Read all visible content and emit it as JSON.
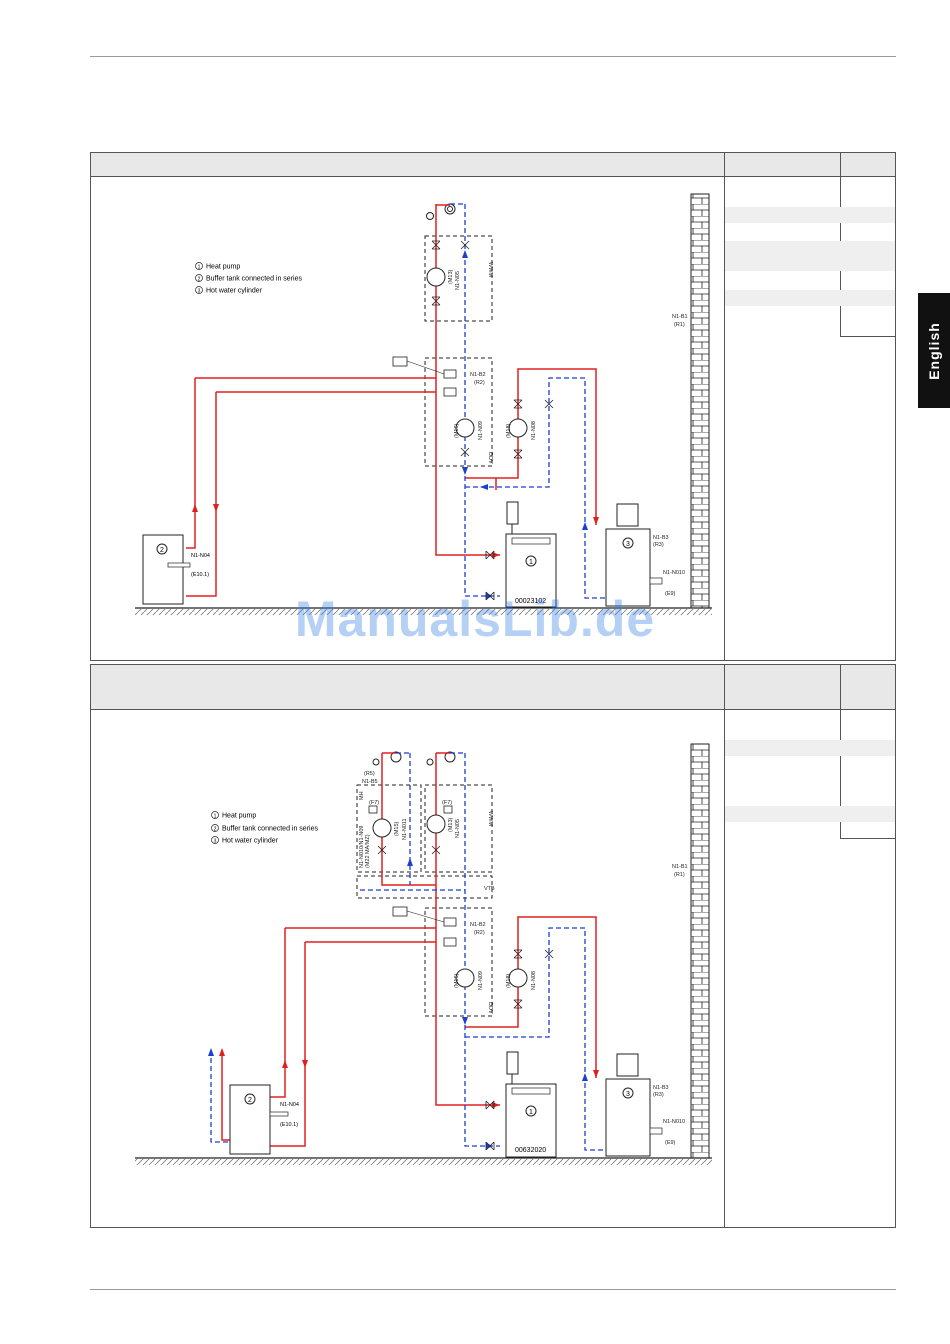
{
  "side_tab": {
    "language": "English"
  },
  "diagram1": {
    "legend": [
      "Heat pump",
      "Buffer tank connected in series",
      "Hot water cylinder"
    ],
    "legend_numbers": [
      "1",
      "2",
      "3"
    ],
    "labels": {
      "n1b1": "N1-B1",
      "r1": "(R1)",
      "n1n05": "N1-N05",
      "m13": "(M13)",
      "wwm": "WWM",
      "n1b2": "N1-B2",
      "r2": "(R2)",
      "n1n09": "N1-N09",
      "m16": "(M16)",
      "ddv": "DDV",
      "n1n08": "N1-N08",
      "m18": "(M18)",
      "n1n04": "N1-N04",
      "e101": "(E10.1)",
      "n1b3": "N1-B3",
      "r3": "(R3)",
      "n1n010": "N1-N010",
      "e9": "(E9)",
      "code": "00023102"
    }
  },
  "diagram2": {
    "legend": [
      "Heat pump",
      "Buffer tank connected in series",
      "Hot water cylinder"
    ],
    "legend_numbers": [
      "1",
      "2",
      "3"
    ],
    "labels": {
      "n1b1": "N1-B1",
      "r1": "(R1)",
      "r5": "(R5)",
      "n1b5": "N1-B5",
      "f7a": "(F7)",
      "f7b": "(F7)",
      "m15": "(M15)",
      "n1n011": "N1-N011",
      "m22": "(M22 MA/MZ)",
      "n1n010mz": "N1-N010/N1-N09",
      "mh": "MH",
      "m13": "(M13)",
      "n1n05": "N1-N05",
      "wwm": "WWM",
      "vtb": "VTB",
      "n1b2": "N1-B2",
      "r2": "(R2)",
      "n1n09": "N1-N09",
      "m16": "(M16)",
      "ddv": "DDV",
      "n1n08": "N1-N08",
      "m18": "(M18)",
      "n1n04": "N1-N04",
      "e101": "(E10.1)",
      "n1b3": "N1-B3",
      "r3": "(R3)",
      "n1n010": "N1-N010",
      "e9": "(E9)",
      "code": "00632020"
    }
  },
  "watermark": "ManualsLib.de",
  "colors": {
    "flow": "#e02020",
    "return": "#1c3fd1",
    "line": "#222222"
  }
}
